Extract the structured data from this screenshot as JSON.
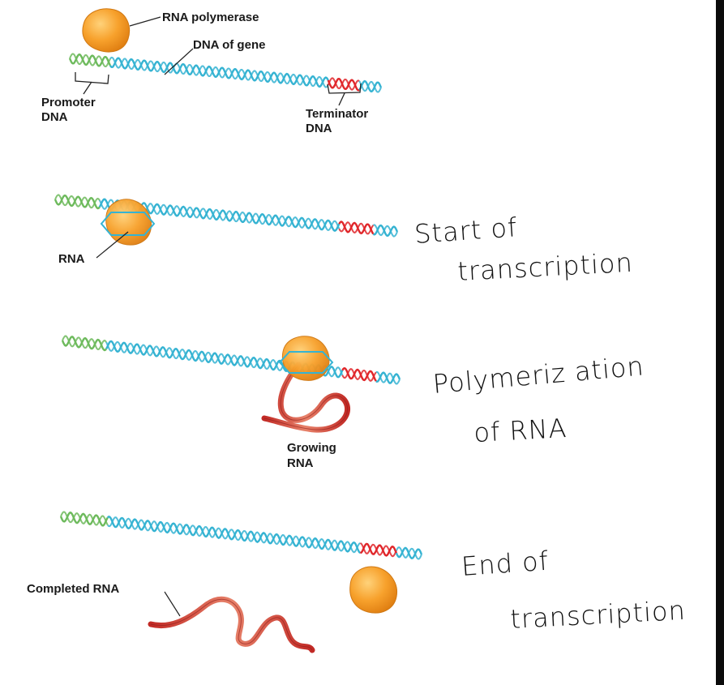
{
  "labels": {
    "rna_polymerase": "RNA polymerase",
    "dna_of_gene": "DNA of gene",
    "promoter_dna": [
      "Promoter",
      "DNA"
    ],
    "terminator_dna": [
      "Terminator",
      "DNA"
    ],
    "rna": "RNA",
    "growing_rna": [
      "Growing",
      "RNA"
    ],
    "completed_rna": "Completed RNA"
  },
  "annotations": {
    "start": [
      "Start of",
      "transcription"
    ],
    "polymerization": [
      "Polymeriz ation",
      "of RNA"
    ],
    "end": [
      "End of",
      "transcription"
    ]
  },
  "colors": {
    "dna_blue": "#35b3d2",
    "promoter_green": "#6dba5c",
    "terminator_red": "#e0262a",
    "polymerase_orange": "#f5a02a",
    "rna_red": "#c0312b",
    "rna_light": "#e3705a"
  }
}
